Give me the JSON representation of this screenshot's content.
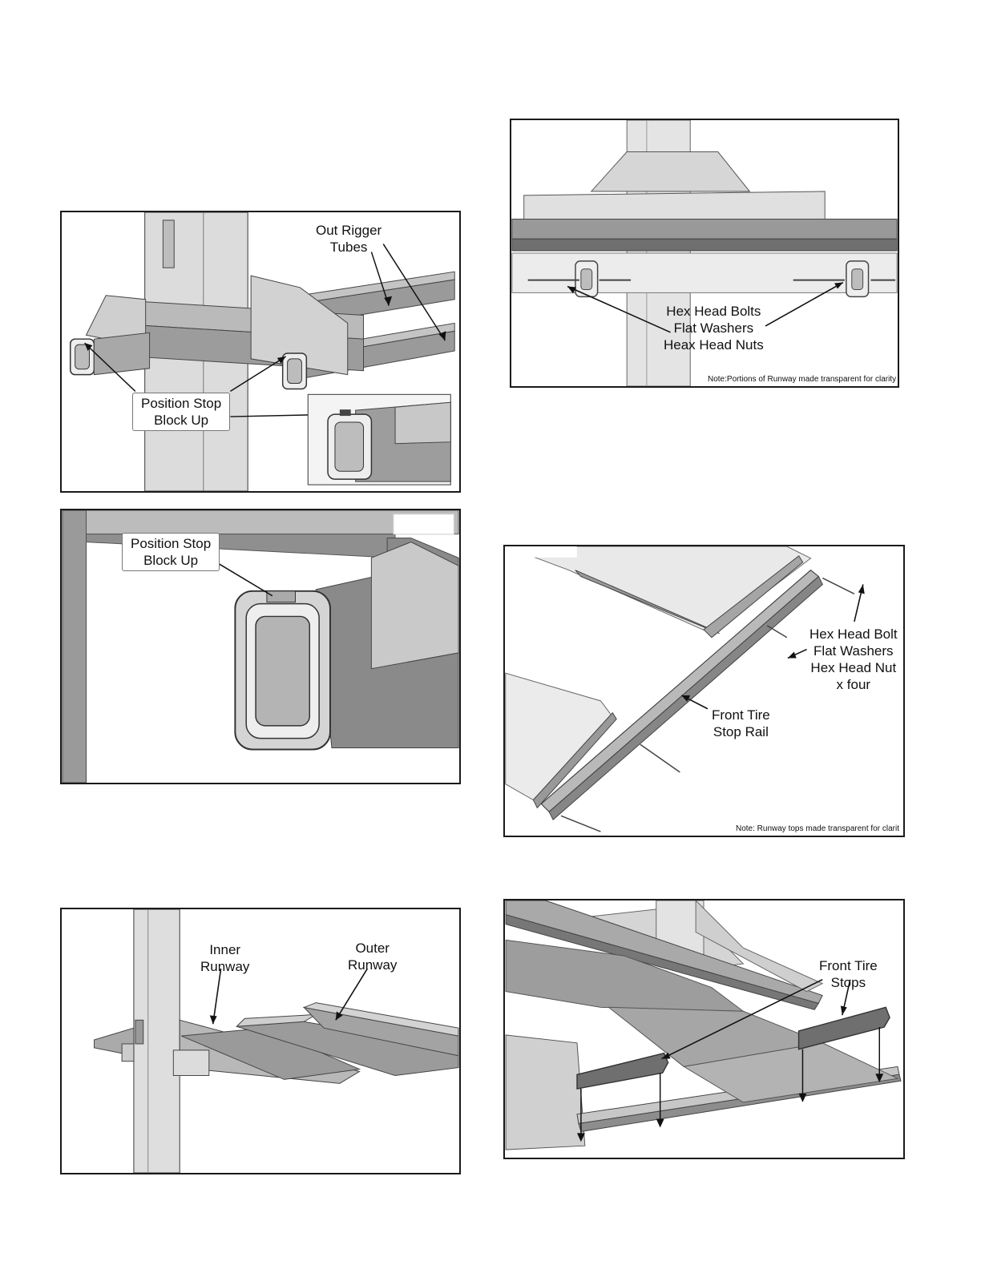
{
  "figures": {
    "outrigger": {
      "label_top": [
        "Out Rigger",
        "Tubes"
      ],
      "label_box": [
        "Position Stop",
        "Block Up"
      ]
    },
    "stop_block_detail": {
      "label_box": [
        "Position Stop",
        "Block Up"
      ]
    },
    "runways": {
      "inner": [
        "Inner",
        "Runway"
      ],
      "outer": [
        "Outer",
        "Runway"
      ]
    },
    "bolts": {
      "label": [
        "Hex Head Bolts",
        "Flat Washers",
        "Heax Head Nuts"
      ],
      "note": "Note:Portions of Runway made transparent for clarity"
    },
    "stop_rail": {
      "hardware": [
        "Hex Head Bolt",
        "Flat Washers",
        "Hex Head Nut",
        "x four"
      ],
      "rail": [
        "Front Tire",
        "Stop Rail"
      ],
      "note": "Note: Runway tops made transparent for clarit"
    },
    "tire_stops": {
      "label": [
        "Front Tire",
        "Stops"
      ]
    }
  }
}
